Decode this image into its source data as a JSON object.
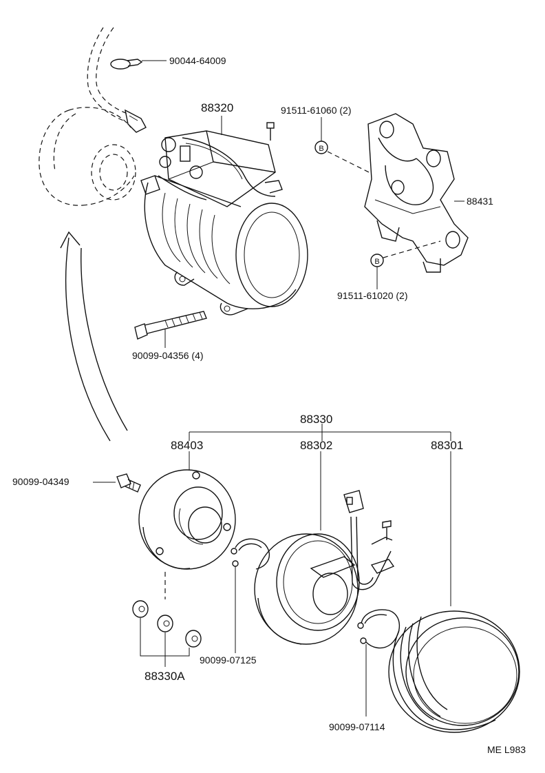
{
  "diagram": {
    "labels": {
      "wire_clip": "90044-64009",
      "compressor": "88320",
      "bolt_upper_b": "91511-61060 (2)",
      "bracket": "88431",
      "bolt_lower_b": "91511-61020 (2)",
      "long_bolt": "90099-04356 (4)",
      "clutch_assy": "88330",
      "pressure_plate": "88403",
      "stator": "88302",
      "pulley": "88301",
      "center_bolt": "90099-04349",
      "shims": "88330A",
      "snap_ring_small": "90099-07125",
      "snap_ring_large": "90099-07114",
      "drawing_code": "ME L983"
    },
    "callout_marker": "B"
  }
}
